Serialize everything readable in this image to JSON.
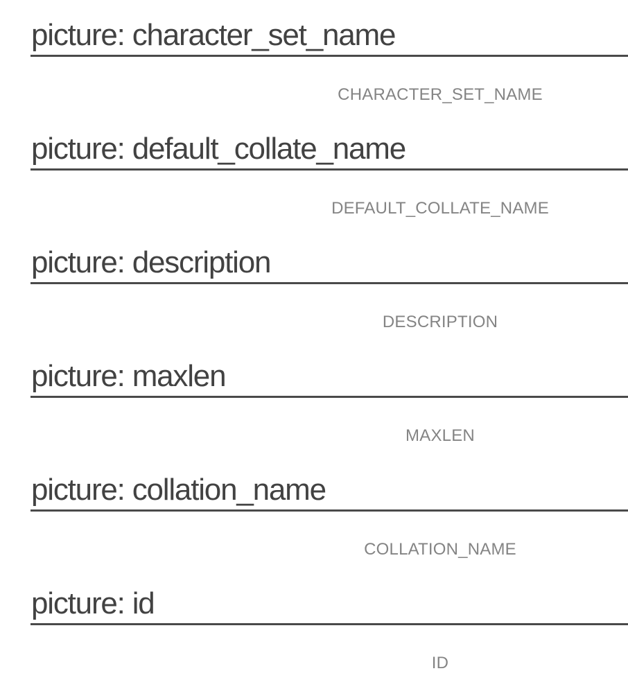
{
  "fields": [
    {
      "heading": "picture: character_set_name",
      "caption": "CHARACTER_SET_NAME"
    },
    {
      "heading": "picture: default_collate_name",
      "caption": "DEFAULT_COLLATE_NAME"
    },
    {
      "heading": "picture: description",
      "caption": "DESCRIPTION"
    },
    {
      "heading": "picture: maxlen",
      "caption": "MAXLEN"
    },
    {
      "heading": "picture: collation_name",
      "caption": "COLLATION_NAME"
    },
    {
      "heading": "picture: id",
      "caption": "ID"
    }
  ]
}
